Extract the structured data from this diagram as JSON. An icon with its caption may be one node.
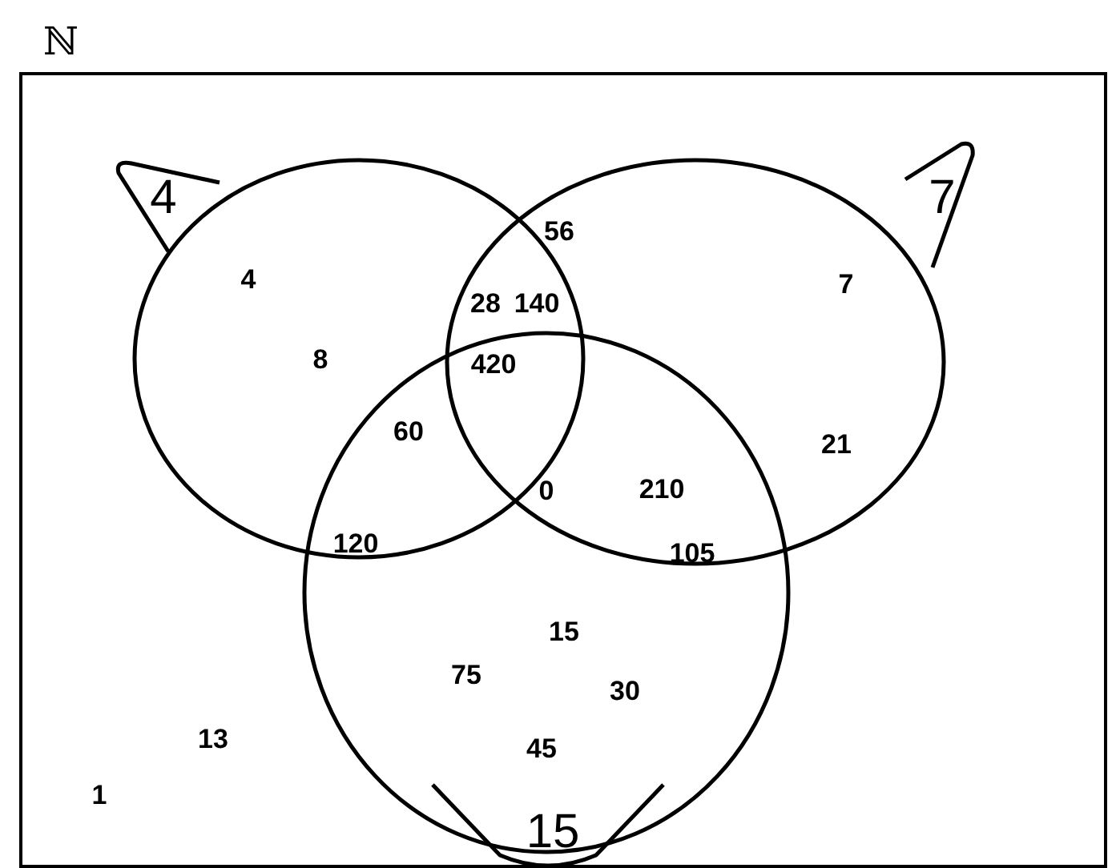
{
  "diagram": {
    "nodes": [
      {
        "text": [
          "ℕ"
        ]
      },
      {
        "text": [
          "4"
        ],
        "in": 0
      },
      {
        "text": [
          "7"
        ],
        "in": 0
      },
      {
        "text": [
          "15"
        ],
        "in": 0
      }
    ],
    "labels": [
      "56",
      "4",
      "7",
      "28",
      "140",
      "8",
      "420",
      "60",
      "21",
      "0",
      "210",
      "120",
      "105",
      "15",
      "75",
      "30",
      "13",
      "45",
      "1"
    ]
  }
}
